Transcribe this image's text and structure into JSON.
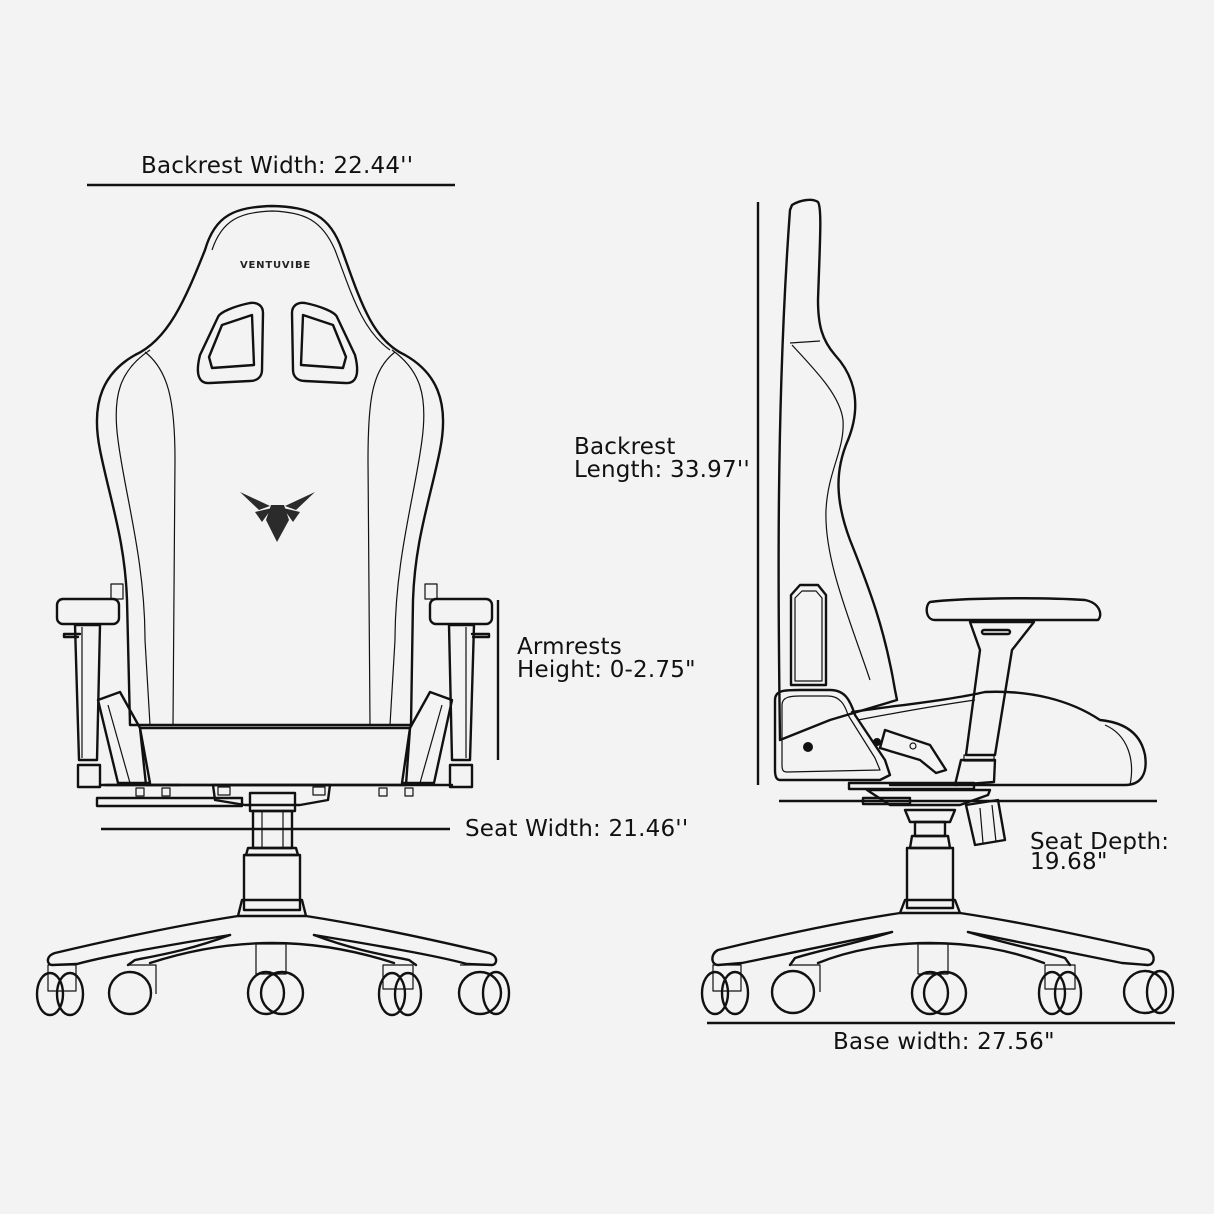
{
  "brand": {
    "wordmark": "VENTUVIBE",
    "logo_icon": "moth-wing-logo-icon"
  },
  "colors": {
    "background": "#f3f3f3",
    "line": "#111111",
    "logo": "#2b2b2b"
  },
  "views": {
    "front": {
      "dimensions": {
        "backrest_width": {
          "label": "Backrest Width: 22.44''"
        },
        "armrests_height": {
          "line1": "Armrests",
          "line2": "Height: 0-2.75\""
        },
        "seat_width": {
          "label": "Seat Width: 21.46''"
        }
      }
    },
    "side": {
      "dimensions": {
        "backrest_length": {
          "line1": "Backrest",
          "line2": "Length: 33.97''"
        },
        "seat_depth": {
          "line1": "Seat Depth:",
          "line2": "19.68\""
        },
        "base_width": {
          "label": "Base width: 27.56\""
        }
      }
    }
  }
}
